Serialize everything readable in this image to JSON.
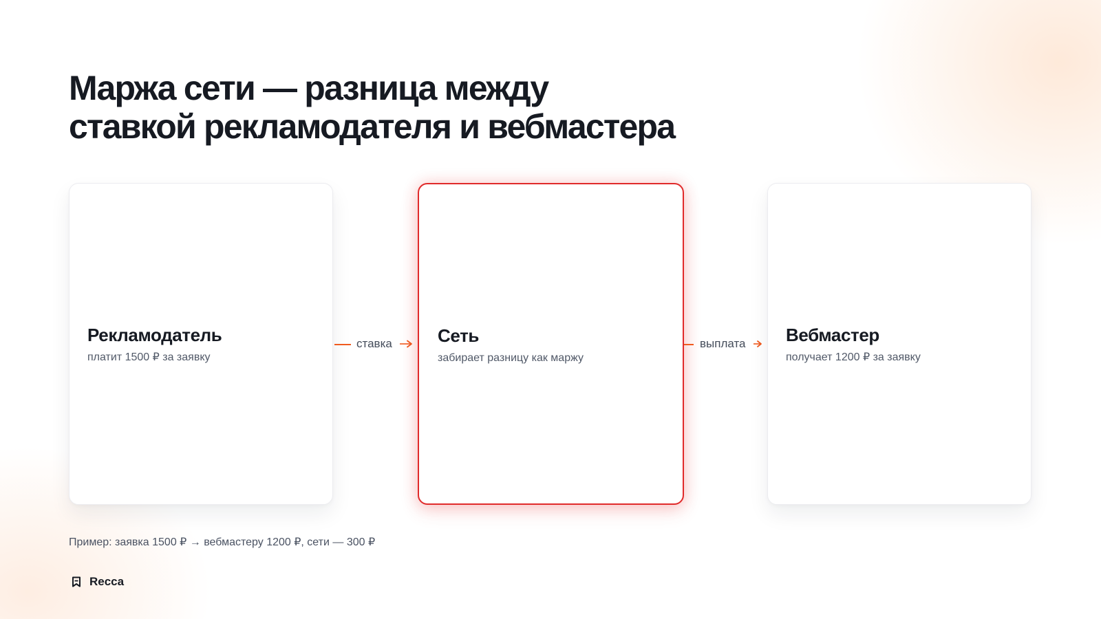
{
  "title": {
    "line1": "Маржа сети — разница между",
    "line2": "ставкой рекламодателя и вебмастера"
  },
  "nodes": [
    {
      "title": "Рекламодатель",
      "subtitle": "платит 1500 ₽ за заявку"
    },
    {
      "title": "Сеть",
      "subtitle": "забирает разницу как маржу"
    },
    {
      "title": "Вебмастер",
      "subtitle": "получает 1200 ₽ за заявку"
    }
  ],
  "edges": [
    {
      "label": "ставка"
    },
    {
      "label": "выплата"
    }
  ],
  "footnote": "Пример: заявка 1500 ₽ → вебмастеру 1200 ₽, сети — 300 ₽",
  "brand": {
    "name": "Recca"
  },
  "colors": {
    "accent": "#f05a1e",
    "highlight_border": "#e02a2a",
    "text": "#161a22",
    "muted": "#505867"
  }
}
